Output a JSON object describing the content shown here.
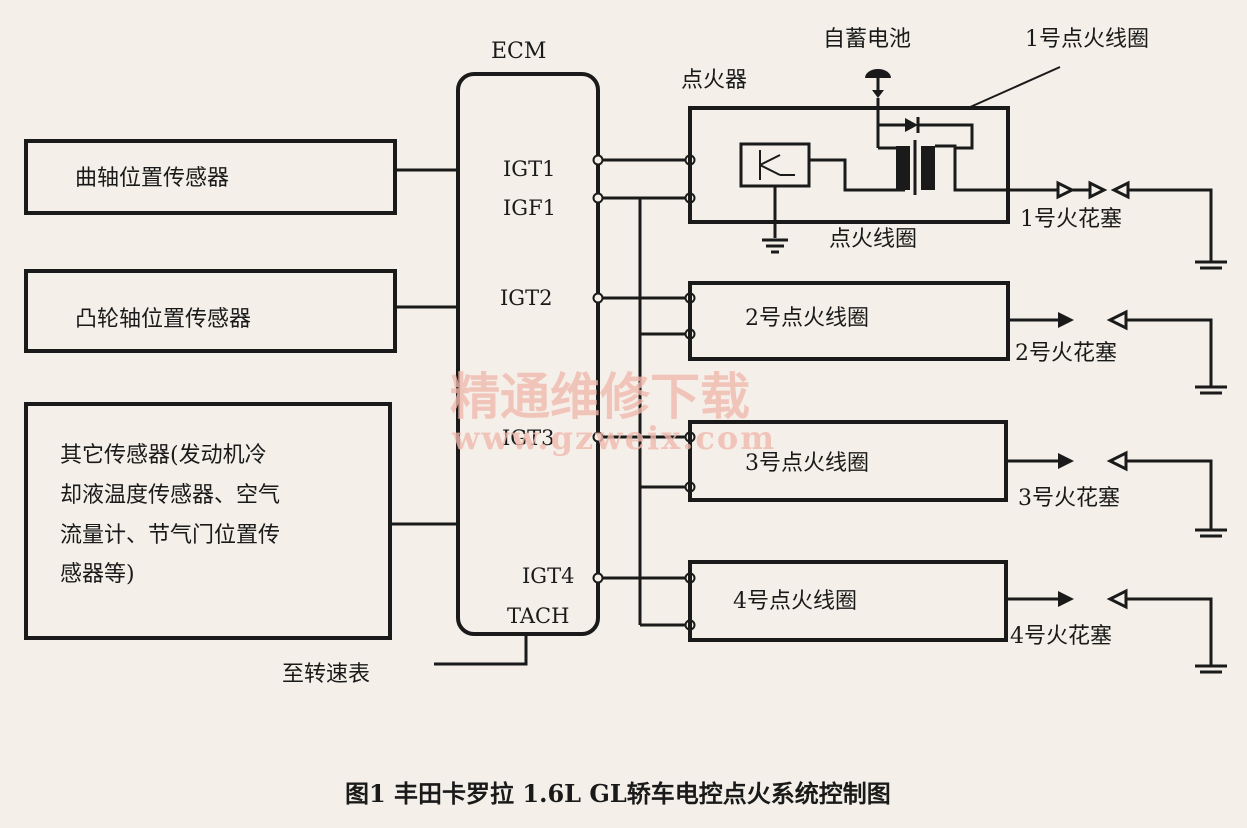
{
  "ecm": {
    "title": "ECM",
    "pins": [
      "IGT1",
      "IGF1",
      "IGT2",
      "IGT3",
      "IGT4",
      "TACH"
    ]
  },
  "sensors": [
    "曲轴位置传感器",
    "凸轮轴位置传感器"
  ],
  "other_sensors_lines": [
    "其它传感器(发动机冷",
    "却液温度传感器、空气",
    "流量计、节气门位置传",
    "感器等)"
  ],
  "igniter": {
    "label": "点火器",
    "battery": "自蓄电池",
    "coil1_pointer": "1号点火线圈",
    "coil_label": "点火线圈"
  },
  "coils": [
    "2号点火线圈",
    "3号点火线圈",
    "4号点火线圈"
  ],
  "spark_plugs": [
    "1号火花塞",
    "2号火花塞",
    "3号火花塞",
    "4号火花塞"
  ],
  "tach_label": "至转速表",
  "watermark": {
    "line1": "精通维修下载",
    "line2": "www.gzweix.com"
  },
  "caption": "图1   丰田卡罗拉 1.6L GL轿车电控点火系统控制图"
}
